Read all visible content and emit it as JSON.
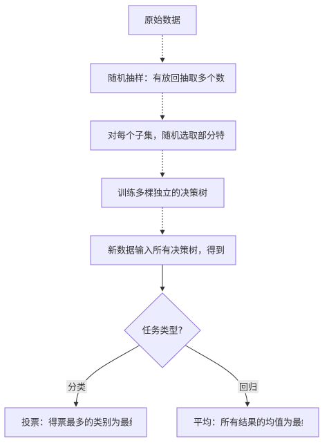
{
  "nodes": {
    "raw": "原始数据",
    "sample": "随机抽样：有放回抽取多个数",
    "subset": "对每个子集，随机选取部分特",
    "train": "训练多棵独立的决策树",
    "input": "新数据输入所有决策树，得到",
    "task": "任务类型?",
    "vote": "投票：得票最多的类别为最终",
    "avg": "平均：所有结果的均值为最终"
  },
  "edges": {
    "classify": "分类",
    "regress": "回归"
  },
  "colors": {
    "node_fill": "#ececff",
    "node_stroke": "#9370db",
    "edge": "#333333",
    "label_bg": "#e8e8e8"
  }
}
